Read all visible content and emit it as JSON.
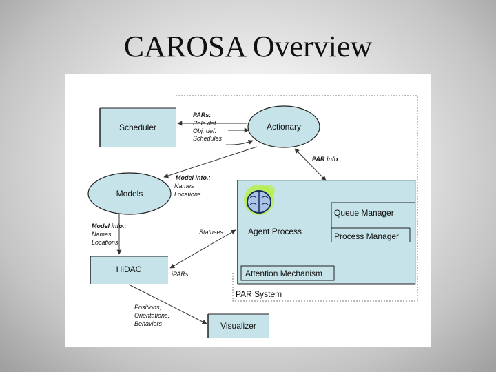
{
  "slide": {
    "title": "CAROSA Overview"
  },
  "diagram": {
    "nodes": {
      "scheduler": "Scheduler",
      "actionary": "Actionary",
      "models": "Models",
      "hidac": "HiDAC",
      "visualizer": "Visualizer",
      "agent_process": "Agent Process",
      "queue_manager": "Queue Manager",
      "process_manager": "Process Manager",
      "attention_mechanism": "Attention Mechanism",
      "par_system": "PAR System"
    },
    "labels": {
      "pars": {
        "title": "PARs:",
        "lines": [
          "Role def.",
          "Obj. def.",
          "Schedules"
        ]
      },
      "par_info": "PAR info",
      "model_info_top": {
        "title": "Model info.:",
        "lines": [
          "Names",
          "Locations"
        ]
      },
      "model_info_left": {
        "title": "Model info.:",
        "lines": [
          "Names",
          "Locations"
        ]
      },
      "statuses": "Statuses",
      "ipars": "iPARs",
      "positions": {
        "lines": [
          "Positions,",
          "Orientations,",
          "Behaviors"
        ]
      }
    },
    "colors": {
      "box_fill": "#c5e3e9",
      "brain_glow": "#b5f04a",
      "brain_fill": "#a9c4e6"
    }
  }
}
